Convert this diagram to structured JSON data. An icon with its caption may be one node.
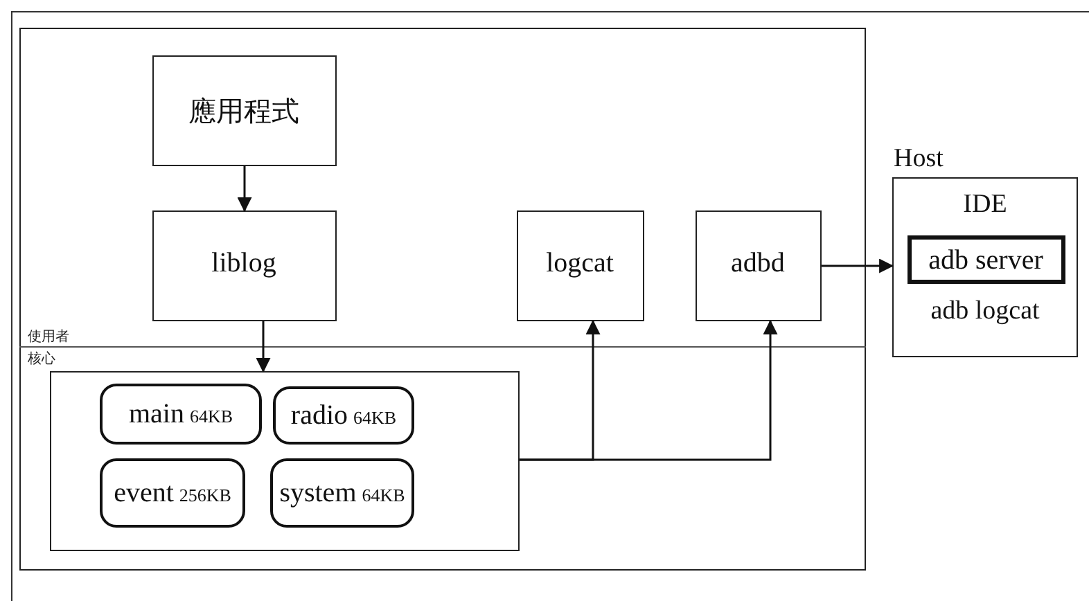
{
  "diagram": {
    "nodes": [
      {
        "text": [],
        "shape": "box"
      },
      {
        "text": [
          "應用程式"
        ],
        "in": 0
      },
      {
        "text": [
          "liblog"
        ],
        "in": 0
      },
      {
        "text": [
          "logcat"
        ],
        "in": 0
      },
      {
        "text": [
          "adbd"
        ],
        "in": 0
      },
      {
        "text": [],
        "shape": "box",
        "in": 0
      },
      {
        "text": [
          "main",
          "64KB"
        ],
        "in": 5
      },
      {
        "text": [
          "radio",
          "64KB"
        ],
        "in": 5
      },
      {
        "text": [
          "event",
          "256KB"
        ],
        "in": 5
      },
      {
        "text": [
          "system",
          "64KB"
        ],
        "in": 5
      },
      {
        "text": [
          "Host",
          "IDE",
          "adb logcat"
        ]
      },
      {
        "text": [
          "adb server"
        ],
        "in": 10
      }
    ],
    "edges": [
      {
        "from": 1,
        "to": 2,
        "arrow": "to"
      },
      {
        "from": 2,
        "to": 5,
        "arrow": "to"
      },
      {
        "from": 5,
        "to": 3,
        "arrow": "to"
      },
      {
        "from": 5,
        "to": 4,
        "arrow": "to"
      },
      {
        "from": 4,
        "to": 10,
        "arrow": "to"
      }
    ],
    "labels": [
      "使用者",
      "核心"
    ]
  }
}
